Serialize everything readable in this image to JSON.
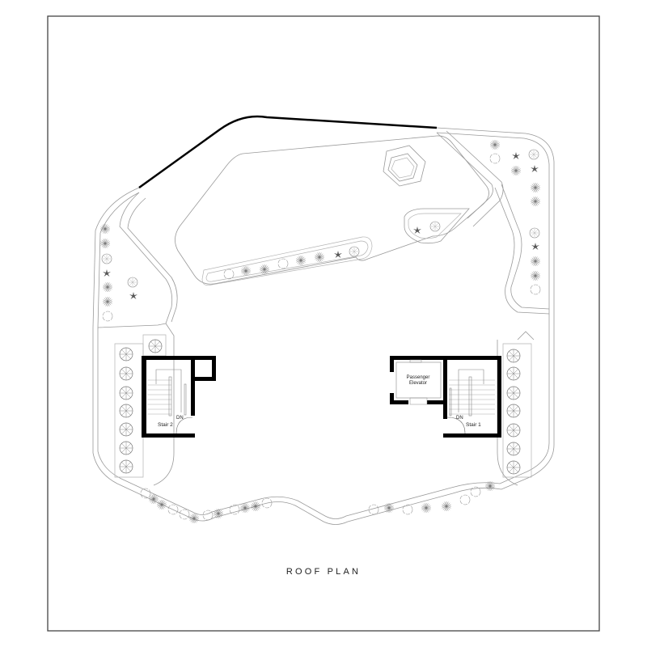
{
  "drawing": {
    "title": "ROOF PLAN",
    "labels": {
      "stair_left": "Stair 2",
      "stair_right": "Stair 1",
      "direction_left": "DN",
      "direction_right": "DN",
      "elevator_line1": "Passenger",
      "elevator_line2": "Elevator"
    },
    "colors": {
      "line": "#9a9a9a",
      "wall": "#000000",
      "background": "#ffffff",
      "plant_dark": "#555555"
    }
  }
}
